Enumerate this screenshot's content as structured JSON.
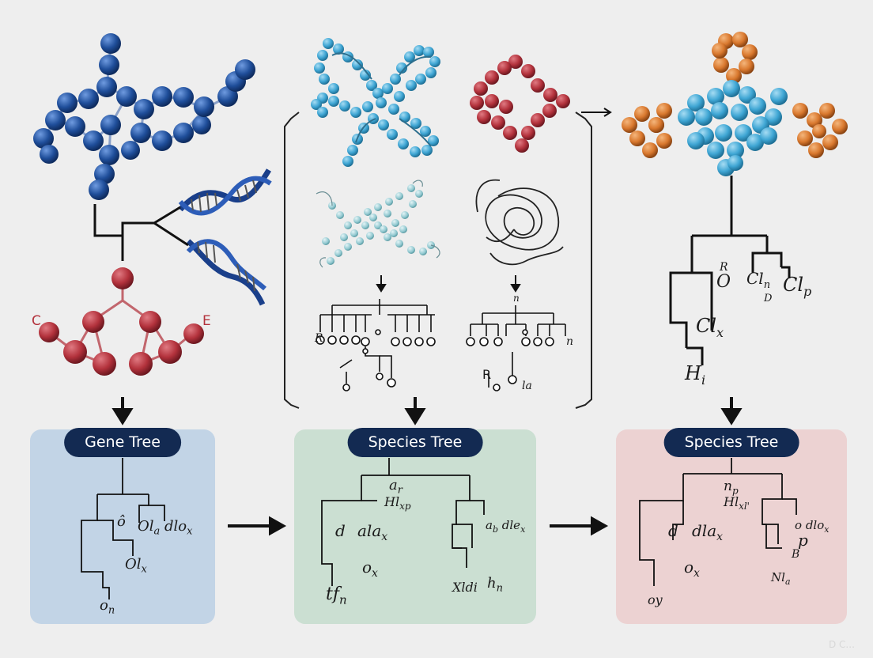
{
  "molecule_labels": {
    "left": "C",
    "right": "E"
  },
  "panels": [
    {
      "id": "gene",
      "title": "Gene Tree",
      "color": "#c2d4e6",
      "labels": [
        "ô",
        "Ol",
        "a",
        "dlo",
        "x",
        "Ol",
        "x",
        "o",
        "n"
      ]
    },
    {
      "id": "species1",
      "title": "Species Tree",
      "color": "#cbdfd2",
      "labels": [
        "a",
        "r",
        "Hl",
        "xp",
        "d",
        "ala",
        "x",
        "a",
        "b",
        "dle",
        "x",
        "o",
        "x",
        "Xldi",
        "h",
        "n",
        "tf",
        "n"
      ]
    },
    {
      "id": "species2",
      "title": "Species Tree",
      "color": "#ecd2d2",
      "labels": [
        "n",
        "p",
        "Hl",
        "xl'",
        "d",
        "dla",
        "x",
        "o",
        "dlo",
        "x",
        "p",
        "B",
        "Nl",
        "a",
        "o",
        "x",
        "oy"
      ]
    }
  ],
  "middle_tree_labels": {
    "left_r": "R",
    "right_n_top": "n",
    "right_n": "n",
    "right_r": "R",
    "right_la": "la"
  },
  "right_tree_labels": {
    "r": "R",
    "o": "O",
    "cln": "Cl",
    "n": "n",
    "d": "D",
    "clp": "Cl",
    "p": "p",
    "clx": "Cl",
    "x": "x",
    "hi": "H",
    "i": "i"
  },
  "colors": {
    "blue_atom": "#1f4e9a",
    "red_atom": "#b3323c",
    "light_blue_atom": "#3fa6d4",
    "orange_atom": "#d9782e",
    "navy_pill": "#132a52"
  },
  "watermark": "D C..."
}
